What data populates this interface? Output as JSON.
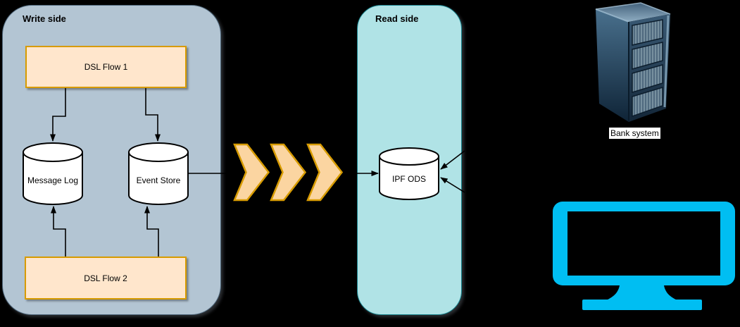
{
  "background": "#000000",
  "groups": {
    "write_side": {
      "label": "Write side",
      "fill": "#b3c5d3",
      "stroke": "#4d6579"
    },
    "read_side": {
      "label": "Read side",
      "fill": "#b0e3e6",
      "stroke": "#17828c"
    }
  },
  "nodes": {
    "dsl_flow_1": {
      "label": "DSL Flow 1",
      "shape": "rectangle",
      "fill": "#ffe6cc",
      "stroke": "#d79b00",
      "group": "write_side"
    },
    "dsl_flow_2": {
      "label": "DSL Flow 2",
      "shape": "rectangle",
      "fill": "#ffe6cc",
      "stroke": "#d79b00",
      "group": "write_side"
    },
    "message_log": {
      "label": "Message Log",
      "shape": "cylinder",
      "fill": "#ffffff",
      "stroke": "#000000",
      "group": "write_side"
    },
    "event_store": {
      "label": "Event Store",
      "shape": "cylinder",
      "fill": "#ffffff",
      "stroke": "#000000",
      "group": "write_side"
    },
    "ipf_ods": {
      "label": "IPF ODS",
      "shape": "cylinder",
      "fill": "#ffffff",
      "stroke": "#000000",
      "group": "read_side"
    },
    "bank_system": {
      "label": "Bank system",
      "shape": "server-image"
    },
    "monitor": {
      "shape": "monitor-image",
      "color": "#00bef2"
    }
  },
  "edges": [
    {
      "from": "dsl_flow_1",
      "to": "message_log",
      "arrowhead": "to"
    },
    {
      "from": "dsl_flow_1",
      "to": "event_store",
      "arrowhead": "to"
    },
    {
      "from": "dsl_flow_2",
      "to": "message_log",
      "arrowhead": "to"
    },
    {
      "from": "dsl_flow_2",
      "to": "event_store",
      "arrowhead": "to"
    },
    {
      "from": "event_store",
      "to": "ipf_ods",
      "arrowhead": "to"
    },
    {
      "from": "right-upper",
      "to": "ipf_ods",
      "arrowhead": "to"
    },
    {
      "from": "right-lower",
      "to": "ipf_ods",
      "arrowhead": "to"
    }
  ],
  "chevrons": {
    "count": 3,
    "fill": "#fbd5a1",
    "stroke": "#d79b00"
  }
}
